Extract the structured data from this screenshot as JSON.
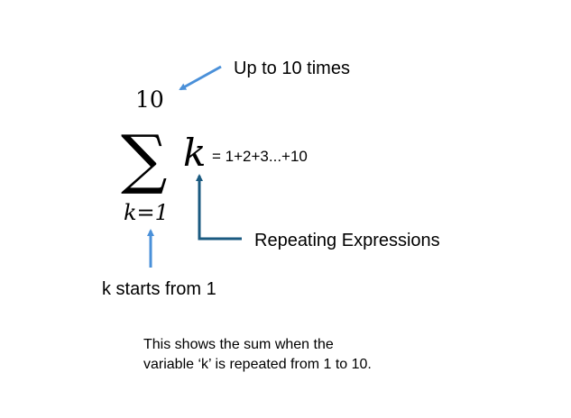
{
  "formula": {
    "upper_limit": "10",
    "sigma": "∑",
    "term": "k",
    "lower_limit": "k=1",
    "expansion": "= 1+2+3...+10"
  },
  "annotations": {
    "upper": "Up to 10 times",
    "term": "Repeating Expressions",
    "lower": "k starts from 1"
  },
  "caption": {
    "line1": "This shows the sum when the",
    "line2": "variable ‘k’ is repeated from 1 to 10."
  },
  "colors": {
    "light_arrow": "#4a90d9",
    "dark_arrow": "#1a5a80"
  }
}
